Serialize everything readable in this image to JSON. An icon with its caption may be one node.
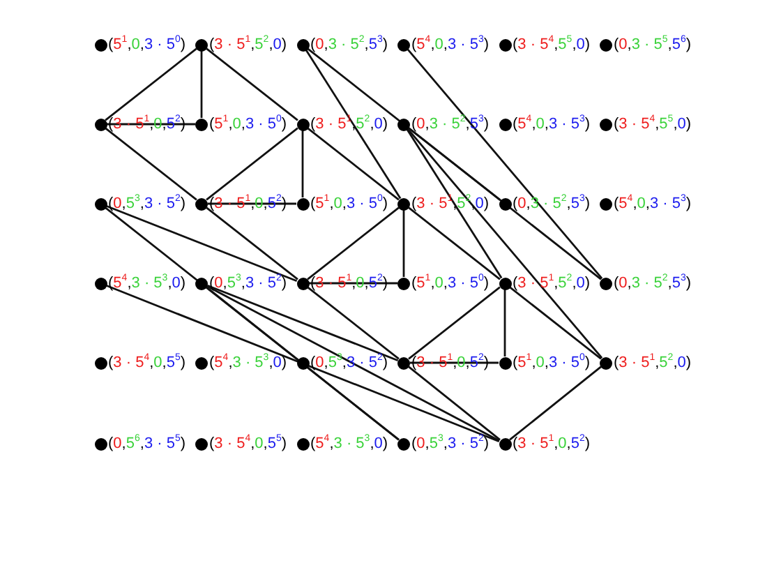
{
  "diagram": {
    "nodes": [
      {
        "text": [
          "(5$^{1}$,0,3 · 5$^{0}$)"
        ]
      },
      {
        "text": [
          "(3 · 5$^{1}$,5$^{2}$,0)"
        ]
      },
      {
        "text": [
          "(0,3 · 5$^{2}$,5$^{3}$)"
        ]
      },
      {
        "text": [
          "(5$^{4}$,0,3 · 5$^{3}$)"
        ]
      },
      {
        "text": [
          "(3 · 5$^{4}$,5$^{5}$,0)"
        ]
      },
      {
        "text": [
          "(0,3 · 5$^{5}$,5$^{6}$)"
        ]
      },
      {
        "text": [
          "(3 · 5$^{1}$,0,5$^{2}$)"
        ]
      },
      {
        "text": [
          "(5$^{1}$,0,3 · 5$^{0}$)"
        ]
      },
      {
        "text": [
          "(3 · 5$^{1}$,5$^{2}$,0)"
        ]
      },
      {
        "text": [
          "(0,3 · 5$^{2}$,5$^{3}$)"
        ]
      },
      {
        "text": [
          "(5$^{4}$,0,3 · 5$^{3}$)"
        ]
      },
      {
        "text": [
          "(3 · 5$^{4}$,5$^{5}$,0)"
        ]
      },
      {
        "text": [
          "(0,5$^{3}$,3 · 5$^{2}$)"
        ]
      },
      {
        "text": [
          "(3 · 5$^{1}$,0,5$^{2}$)"
        ]
      },
      {
        "text": [
          "(5$^{1}$,0,3 · 5$^{0}$)"
        ]
      },
      {
        "text": [
          "(3 · 5$^{1}$,5$^{2}$,0)"
        ]
      },
      {
        "text": [
          "(0,3 · 5$^{2}$,5$^{3}$)"
        ]
      },
      {
        "text": [
          "(5$^{4}$,0,3 · 5$^{3}$)"
        ]
      },
      {
        "text": [
          "(5$^{4}$,3 · 5$^{3}$,0)"
        ]
      },
      {
        "text": [
          "(0,5$^{3}$,3 · 5$^{2}$)"
        ]
      },
      {
        "text": [
          "(3 · 5$^{1}$,0,5$^{2}$)"
        ]
      },
      {
        "text": [
          "(5$^{1}$,0,3 · 5$^{0}$)"
        ]
      },
      {
        "text": [
          "(3 · 5$^{1}$,5$^{2}$,0)"
        ]
      },
      {
        "text": [
          "(0,3 · 5$^{2}$,5$^{3}$)"
        ]
      },
      {
        "text": [
          "(3 · 5$^{4}$,0,5$^{5}$)"
        ]
      },
      {
        "text": [
          "(5$^{4}$,3 · 5$^{3}$,0)"
        ]
      },
      {
        "text": [
          "(0,5$^{3}$,3 · 5$^{2}$)"
        ]
      },
      {
        "text": [
          "(3 · 5$^{1}$,0,5$^{2}$)"
        ]
      },
      {
        "text": [
          "(5$^{1}$,0,3 · 5$^{0}$)"
        ]
      },
      {
        "text": [
          "(3 · 5$^{1}$,5$^{2}$,0)"
        ]
      },
      {
        "text": [
          "(0,5$^{6}$,3 · 5$^{5}$)"
        ]
      },
      {
        "text": [
          "(3 · 5$^{4}$,0,5$^{5}$)"
        ]
      },
      {
        "text": [
          "(5$^{4}$,3 · 5$^{3}$,0)"
        ]
      },
      {
        "text": [
          "(0,5$^{3}$,3 · 5$^{2}$)"
        ]
      },
      {
        "text": [
          "(3 · 5$^{1}$,0,5$^{2}$)"
        ]
      }
    ],
    "edges": [
      {
        "from": 1,
        "to": 6,
        "arrow": "none"
      },
      {
        "from": 1,
        "to": 7,
        "arrow": "none"
      },
      {
        "from": 6,
        "to": 7,
        "arrow": "none"
      },
      {
        "from": 1,
        "to": 8,
        "arrow": "none"
      },
      {
        "from": 6,
        "to": 13,
        "arrow": "none"
      },
      {
        "from": 8,
        "to": 13,
        "arrow": "none"
      },
      {
        "from": 8,
        "to": 14,
        "arrow": "none"
      },
      {
        "from": 13,
        "to": 14,
        "arrow": "none"
      },
      {
        "from": 8,
        "to": 15,
        "arrow": "none"
      },
      {
        "from": 13,
        "to": 20,
        "arrow": "none"
      },
      {
        "from": 15,
        "to": 20,
        "arrow": "none"
      },
      {
        "from": 15,
        "to": 21,
        "arrow": "none"
      },
      {
        "from": 20,
        "to": 21,
        "arrow": "none"
      },
      {
        "from": 15,
        "to": 22,
        "arrow": "none"
      },
      {
        "from": 20,
        "to": 27,
        "arrow": "none"
      },
      {
        "from": 22,
        "to": 27,
        "arrow": "none"
      },
      {
        "from": 22,
        "to": 28,
        "arrow": "none"
      },
      {
        "from": 27,
        "to": 28,
        "arrow": "none"
      },
      {
        "from": 22,
        "to": 29,
        "arrow": "none"
      },
      {
        "from": 27,
        "to": 34,
        "arrow": "none"
      },
      {
        "from": 29,
        "to": 34,
        "arrow": "none"
      },
      {
        "from": 2,
        "to": 15,
        "arrow": "none"
      },
      {
        "from": 2,
        "to": 16,
        "arrow": "none"
      },
      {
        "from": 3,
        "to": 23,
        "arrow": "none"
      },
      {
        "from": 9,
        "to": 22,
        "arrow": "none"
      },
      {
        "from": 9,
        "to": 23,
        "arrow": "none"
      },
      {
        "from": 9,
        "to": 29,
        "arrow": "none"
      },
      {
        "from": 12,
        "to": 20,
        "arrow": "none"
      },
      {
        "from": 12,
        "to": 33,
        "arrow": "none"
      },
      {
        "from": 18,
        "to": 34,
        "arrow": "none"
      },
      {
        "from": 19,
        "to": 27,
        "arrow": "none"
      },
      {
        "from": 19,
        "to": 33,
        "arrow": "none"
      },
      {
        "from": 19,
        "to": 34,
        "arrow": "none"
      }
    ]
  }
}
